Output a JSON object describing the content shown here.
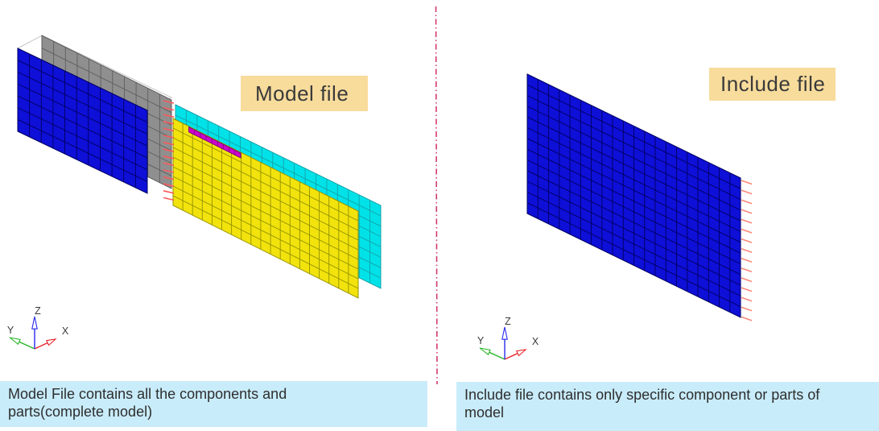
{
  "figure": {
    "panels": [
      {
        "id": "model-file",
        "label": "Model file",
        "caption": "Model File contains all the components and parts(complete model)",
        "axis_labels": {
          "x": "X",
          "y": "Y",
          "z": "Z"
        },
        "axis_colors": {
          "x": "#e8252a",
          "y": "#2db82d",
          "z": "#2a2af0"
        },
        "plates": [
          {
            "name": "flange-face-white",
            "color": "#ffffff",
            "mesh_color": "#c6c6c6",
            "cols": 0,
            "rows": 0
          },
          {
            "name": "web-plate-gray",
            "color": "#8f8f8f",
            "mesh_color": "#5e5e5e",
            "cols": 11,
            "rows": 7
          },
          {
            "name": "front-web-blue",
            "color": "#0e0fd7",
            "mesh_color": "#000060",
            "cols": 11,
            "rows": 7
          },
          {
            "name": "rear-panel-cyan",
            "color": "#00e2e8",
            "mesh_color": "#15a2a8",
            "cols": 19,
            "rows": 8
          },
          {
            "name": "front-panel-yellow",
            "color": "#f2e30d",
            "mesh_color": "#939100",
            "cols": 19,
            "rows": 9
          },
          {
            "name": "seam-weld-magenta",
            "color": "#cf00cf",
            "mesh_color": "#7c007c",
            "cols": 9,
            "rows": 1
          }
        ],
        "connector_ticks": {
          "color": "#fa5a5a",
          "count": 15
        }
      },
      {
        "id": "include-file",
        "label": "Include file",
        "caption": "Include file contains only specific component or parts of model",
        "axis_labels": {
          "x": "X",
          "y": "Y",
          "z": "Z"
        },
        "axis_colors": {
          "x": "#e8252a",
          "y": "#2db82d",
          "z": "#2a2af0"
        },
        "plates": [
          {
            "name": "include-panel-blue",
            "color": "#0e0fd7",
            "mesh_color": "#000060",
            "cols": 20,
            "rows": 13
          }
        ],
        "connector_ticks": {
          "color": "#fb8878",
          "count": 15
        }
      }
    ],
    "divider": {
      "color": "#d23a6a",
      "pattern": "dash-dot"
    },
    "theme": {
      "label_bg": "#f8dc9c",
      "caption_bg": "#c9ecfa",
      "text_dark": "#3a3a3a"
    }
  }
}
